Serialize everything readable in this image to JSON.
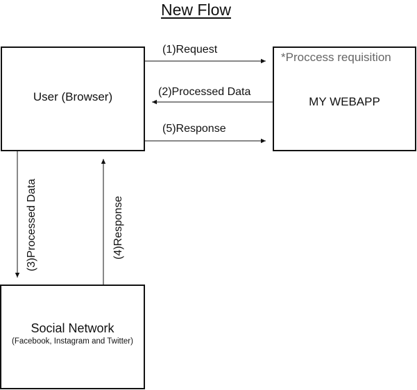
{
  "title": "New Flow",
  "nodes": {
    "user": {
      "label": "User (Browser)"
    },
    "webapp": {
      "label": "MY WEBAPP",
      "note": "*Proccess requisition"
    },
    "social": {
      "label": "Social Network",
      "sublabel": "(Facebook, Instagram and Twitter)"
    }
  },
  "edges": [
    {
      "from": "user",
      "to": "webapp",
      "label": "(1)Request"
    },
    {
      "from": "webapp",
      "to": "user",
      "label": "(2)Processed Data"
    },
    {
      "from": "user",
      "to": "social",
      "label": "(3)Processed Data"
    },
    {
      "from": "social",
      "to": "user",
      "label": "(4)Response"
    },
    {
      "from": "user",
      "to": "webapp",
      "label": "(5)Response"
    }
  ]
}
